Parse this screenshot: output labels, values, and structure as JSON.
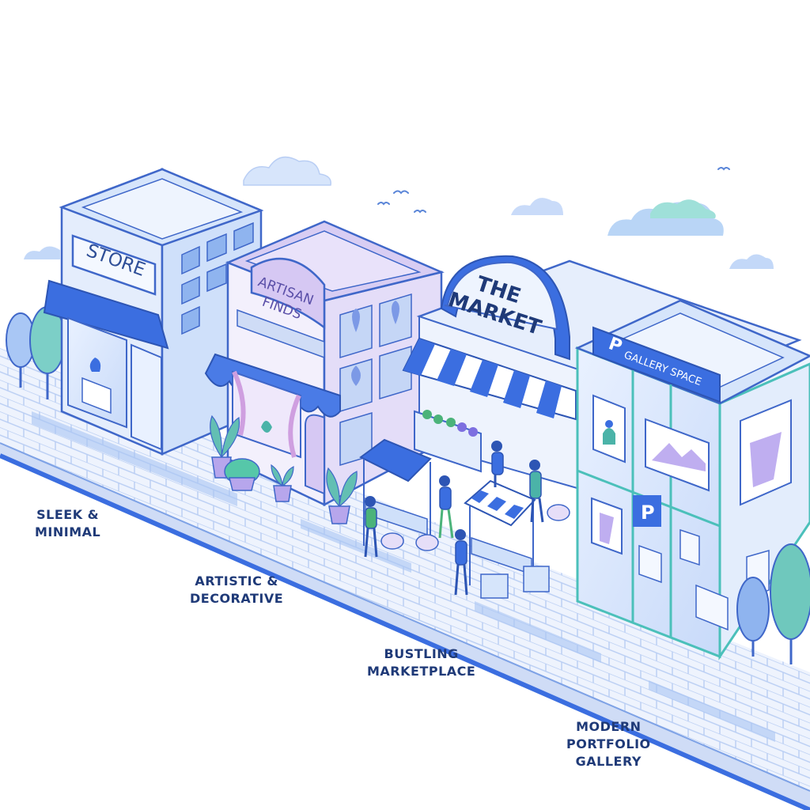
{
  "colors": {
    "outline": "#3f67c9",
    "deep_blue": "#3b6ee0",
    "light_blue": "#dde8fb",
    "pale_blue": "#eef3fd",
    "lavender": "#cdbff0",
    "lavender_light": "#e6def8",
    "teal": "#56c7c2",
    "text_navy": "#1f3a78"
  },
  "stores": [
    {
      "sign": "STORE",
      "label": [
        "SLEEK &",
        "MINIMAL"
      ]
    },
    {
      "sign_lines": [
        "ARTISAN",
        "FINDS"
      ],
      "label": [
        "ARTISTIC &",
        "DECORATIVE"
      ]
    },
    {
      "sign_lines": [
        "THE",
        "MARKET"
      ],
      "label": [
        "BUSTLING",
        "MARKETPLACE"
      ]
    },
    {
      "sign": "GALLERY SPACE",
      "label": [
        "MODERN",
        "PORTFOLIO",
        "GALLERY"
      ]
    }
  ],
  "icons": [
    "cloud-icon",
    "bird-icon",
    "tree-icon",
    "potted-plant-icon",
    "vase-icon",
    "gallery-logo-icon",
    "produce-crate-icon",
    "shopper-figure-icon"
  ]
}
